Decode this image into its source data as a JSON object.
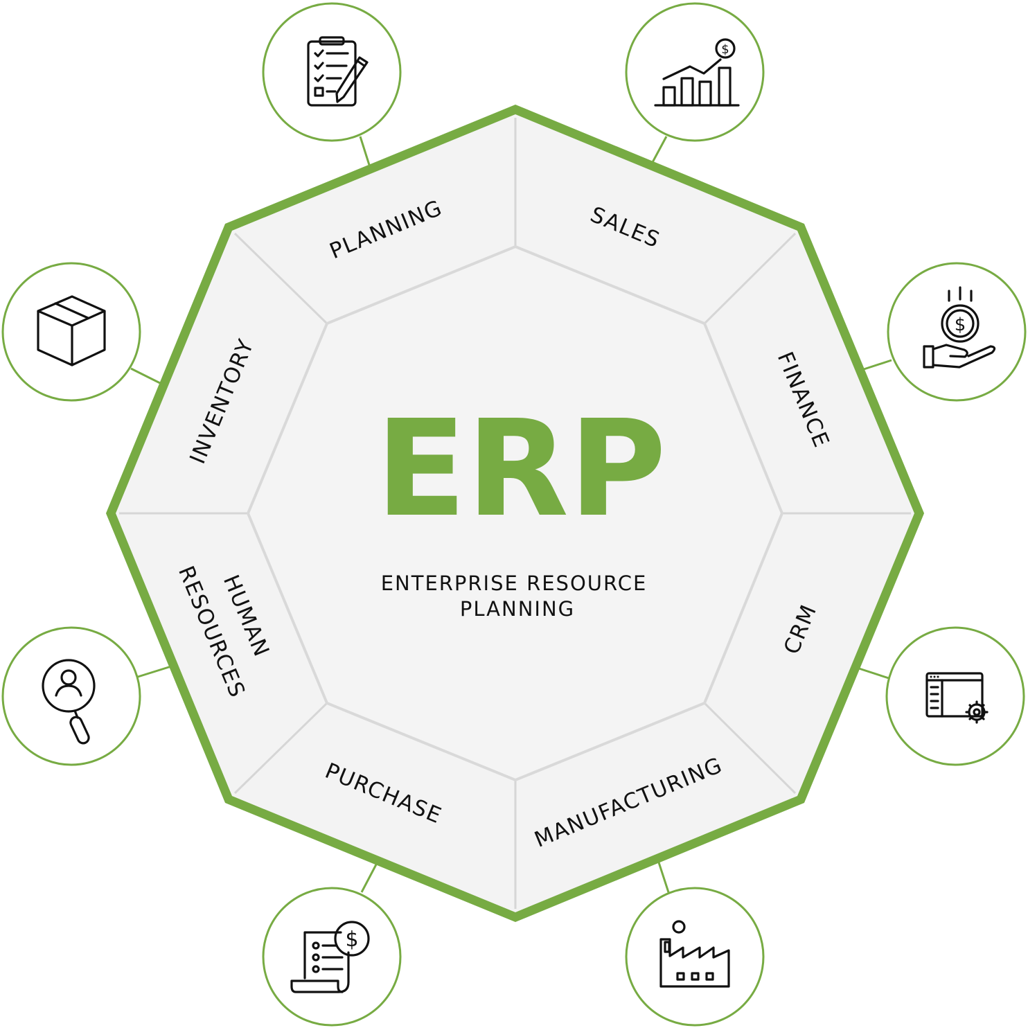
{
  "colors": {
    "accent": "#77ab43",
    "panel": "#f3f3f3",
    "divider": "#d8d8d8",
    "text": "#111111"
  },
  "center": {
    "title": "ERP",
    "subtitle_line1": "ENTERPRISE RESOURCE",
    "subtitle_line2": "PLANNING"
  },
  "segments": [
    {
      "id": "planning",
      "label": "PLANNING",
      "icon": "clipboard-checklist-icon"
    },
    {
      "id": "sales",
      "label": "SALES",
      "icon": "sales-growth-chart-icon"
    },
    {
      "id": "finance",
      "label": "FINANCE",
      "icon": "hand-coin-icon"
    },
    {
      "id": "crm",
      "label": "CRM",
      "icon": "browser-settings-icon"
    },
    {
      "id": "manufacturing",
      "label": "MANUFACTURING",
      "icon": "factory-icon"
    },
    {
      "id": "purchase",
      "label": "PURCHASE",
      "icon": "invoice-dollar-icon"
    },
    {
      "id": "human-resources",
      "label_line1": "HUMAN",
      "label_line2": "RESOURCES",
      "icon": "user-search-icon"
    },
    {
      "id": "inventory",
      "label": "INVENTORY",
      "icon": "box-icon"
    }
  ]
}
